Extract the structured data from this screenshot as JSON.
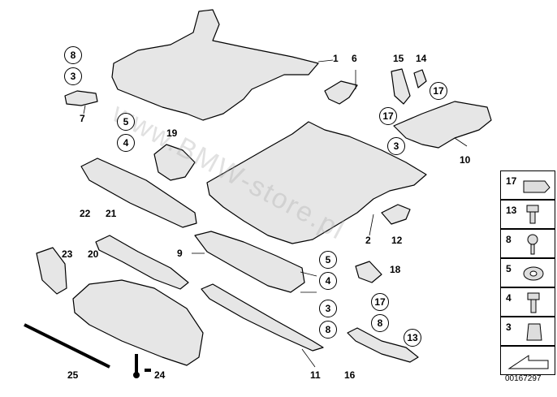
{
  "diagram": {
    "callouts": [
      "1",
      "2",
      "6",
      "9",
      "10",
      "11",
      "12",
      "14",
      "15",
      "16",
      "18",
      "19",
      "20",
      "21",
      "22",
      "23",
      "24",
      "25",
      "7"
    ],
    "circled_tags": {
      "top_left": [
        "8",
        "3"
      ],
      "left_mid": [
        "5",
        "4"
      ],
      "right_top_17a": "17",
      "right_top_17b": "17",
      "right_mid_3": "3",
      "center_stack": [
        "5",
        "4",
        "3",
        "8"
      ],
      "right_lower": [
        "17",
        "8"
      ],
      "bottom_right_13": "13"
    },
    "legend_items": [
      "17",
      "13",
      "8",
      "5",
      "4",
      "3"
    ],
    "watermark": "www.BMW-store.pl",
    "image_code": "00167297"
  }
}
